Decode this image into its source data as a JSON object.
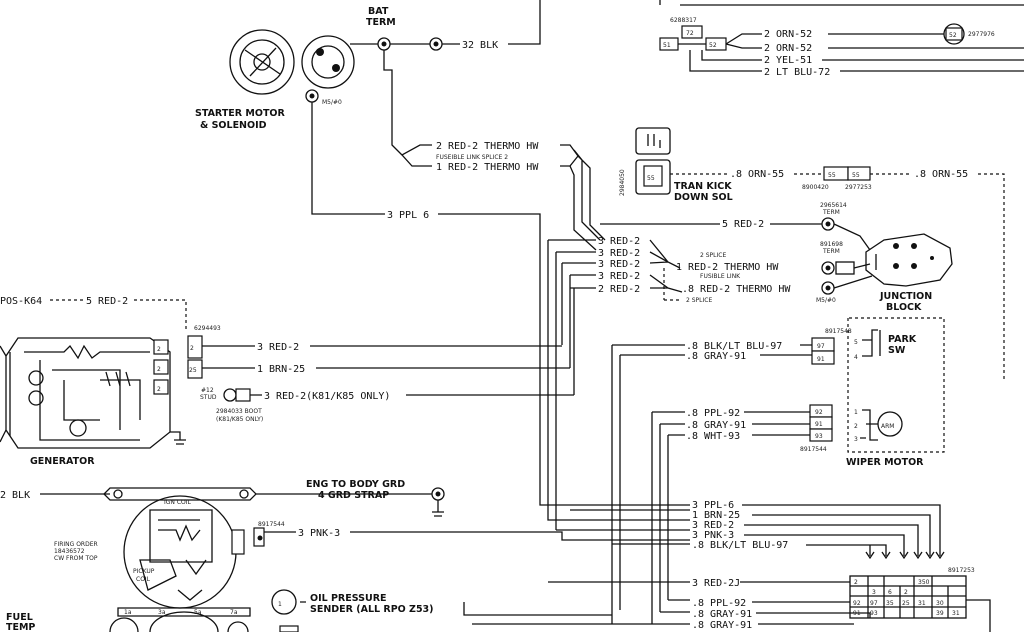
{
  "components": {
    "starter": "STARTER MOTOR",
    "starter2": "& SOLENOID",
    "bat_term": "BAT",
    "bat_term2": "TERM",
    "generator": "GENERATOR",
    "tran_kick": "TRAN KICK",
    "tran_kick2": "DOWN SOL",
    "junction": "JUNCTION",
    "junction2": "BLOCK",
    "wiper_motor": "WIPER MOTOR",
    "ign_coil": "IGN COIL",
    "pickup_coil": "PICKUP",
    "pickup_coil2": "COIL",
    "oil_pressure": "OIL PRESSURE",
    "oil_pressure2": "SENDER (ALL RPO Z53)",
    "eng_grd": "ENG TO BODY GRD",
    "eng_grd2": "4 GRD STRAP",
    "fuel": "FUEL",
    "fuel2": "TEMP",
    "park_sw": "PARK",
    "park_sw2": "SW",
    "arm": "ARM",
    "firing_order": "FIRING ORDER",
    "firing_order2": "18436572",
    "firing_order3": "CW FROM TOP",
    "boot": "2984033 BOOT",
    "boot2": "(K81/K85 ONLY)",
    "stud": "#12",
    "stud2": "STUD"
  },
  "wires": {
    "w_32blk": "32 BLK",
    "w_red2_thermo_a": "2 RED-2 THERMO HW",
    "fusible_splice": "FUSEIBLE LINK SPLICE 2",
    "w_red2_thermo_b": "1 RED-2 THERMO HW",
    "w_3ppl6": "3 PPL 6",
    "w_8orn55_a": ".8 ORN-55",
    "w_8orn55_b": ".8 ORN-55",
    "w_5red2_top": "5 RED-2",
    "w_red2_list": [
      "3 RED-2",
      "3 RED-2",
      "3 RED-2",
      "3 RED-2",
      "2 RED-2"
    ],
    "splice_label": "2 SPLICE",
    "fusible_link": "FUSIBLE LINK",
    "w_1red2_thermo": "1 RED-2 THERMO HW",
    "w_8red2_thermo": ".8 RED-2 THERMO HW",
    "splice_label2": "2 SPLICE",
    "pos_k64": "POS-K64",
    "w_5red2_pos": "5 RED-2",
    "w_3red2_gen": "3 RED-2",
    "w_1brn25": "1 BRN-25",
    "w_3red2_k81": "3 RED-2(K81/K85 ONLY)",
    "w_blk_lt_blu": ".8 BLK/LT BLU-97",
    "w_gray91_a": ".8 GRAY-91",
    "w_ppl92": ".8 PPL-92",
    "w_gray91_b": ".8 GRAY-91",
    "w_wht93": ".8 WHT-93",
    "w_2blk": "2 BLK",
    "w_3pnk3": "3 PNK-3",
    "bundle": [
      "3 PPL-6",
      "1 BRN-25",
      "3 RED-2",
      "3 PNK-3",
      ".8 BLK/LT BLU-97"
    ],
    "w_3red2j": "3 RED-2J",
    "bottom": [
      ".8 PPL-92",
      ".8 GRAY-91",
      ".8 GRAY-91"
    ],
    "top_right": [
      "2 ORN-52",
      "2 ORN-52",
      "2 YEL-51",
      "2 LT BLU-72"
    ]
  },
  "part_numbers": {
    "p6288317": "6288317",
    "p2977976": "2977976",
    "p2984050": "2984050",
    "p8900420": "8900420",
    "p2977253": "2977253",
    "p2965614": "2965614",
    "term": "TERM",
    "p891698": "891698",
    "term2": "TERM",
    "p6294493": "6294493",
    "p8917548": "8917548",
    "p8917544": "8917544",
    "p8917544b": "8917544",
    "p8917253": "8917253",
    "m5_a": "M5/#0",
    "m5_b": "M5/#0"
  },
  "connector_pins": {
    "c72": "72",
    "c51": "51",
    "c52": "52",
    "c52r": "52",
    "c55": "55",
    "c55a": "55",
    "c55b": "55",
    "c97": "97",
    "c91": "91",
    "c92": "92",
    "c91b": "91",
    "c93": "93",
    "g2a": "2",
    "g2b": "2",
    "g2c": "2",
    "g25": "25",
    "ws5": "5",
    "ws4": "4",
    "ws1": "1",
    "ws2": "2",
    "ws3": "3",
    "dist": [
      "1a",
      "3a",
      "5a",
      "7a"
    ],
    "grid_top": [
      "2",
      "350"
    ],
    "grid_mid": [
      "3",
      "6",
      "2"
    ],
    "grid_bot": [
      "92",
      "97",
      "35",
      "25",
      "31",
      "30"
    ],
    "grid_bot2": [
      "91",
      "93",
      "39",
      "31"
    ]
  }
}
